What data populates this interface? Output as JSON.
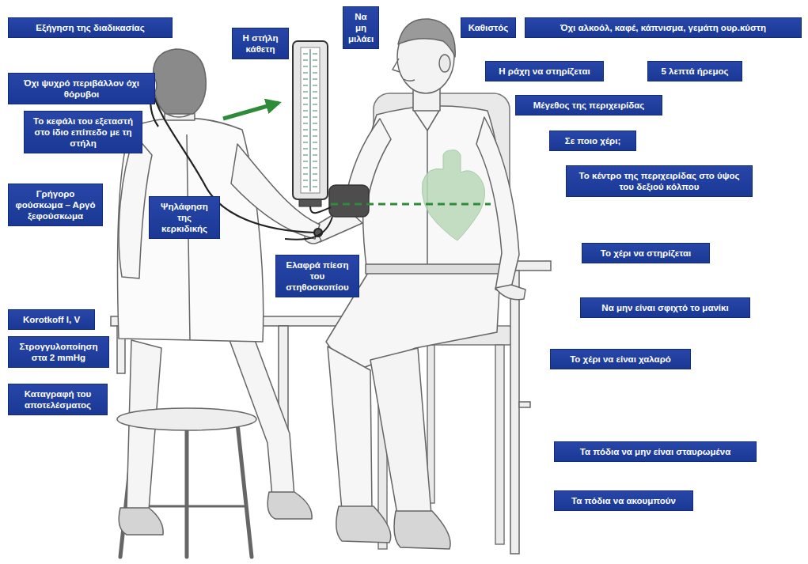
{
  "diagram": {
    "nodes": [
      {
        "text": [
          "Εξήγηση της διαδικασίας"
        ]
      },
      {
        "text": [
          "Η στήλη κάθετη"
        ]
      },
      {
        "text": [
          "Να μη μιλάει"
        ]
      },
      {
        "text": [
          "Καθιστός"
        ]
      },
      {
        "text": [
          "Όχι αλκοόλ, καφέ, κάπνισμα, γεμάτη ουρ.κύστη"
        ]
      },
      {
        "text": [
          "Όχι ψυχρό περιβάλλον όχι θόρυβοι"
        ]
      },
      {
        "text": [
          "Η ράχη να στηρίζεται"
        ]
      },
      {
        "text": [
          "5 λεπτά ήρεμος"
        ]
      },
      {
        "text": [
          "Μέγεθος της περιχειρίδας"
        ]
      },
      {
        "text": [
          "Το κεφάλι του εξεταστή στο ίδιο επίπεδο με τη στήλη"
        ]
      },
      {
        "text": [
          "Σε ποιο χέρι;"
        ]
      },
      {
        "text": [
          "Το κέντρο της περιχειρίδας στο ύψος του δεξιού κόλπου"
        ]
      },
      {
        "text": [
          "Γρήγορο φούσκωμα – Αργό ξεφούσκωμα"
        ]
      },
      {
        "text": [
          "Ψηλάφηση της κερκιδικής"
        ]
      },
      {
        "text": [
          "Το χέρι να στηρίζεται"
        ]
      },
      {
        "text": [
          "Ελαφρά πίεση του στηθοσκοπίου"
        ]
      },
      {
        "text": [
          "Να μην είναι σφιχτό το μανίκι"
        ]
      },
      {
        "text": [
          "Korotkoff I, V"
        ]
      },
      {
        "text": [
          "Στρογγυλοποίηση στα 2 mmHg"
        ]
      },
      {
        "text": [
          "Το χέρι να είναι χαλαρό"
        ]
      },
      {
        "text": [
          "Καταγραφή του αποτελέσματος"
        ]
      },
      {
        "text": [
          "Τα πόδια να μην είναι σταυρωμένα"
        ]
      },
      {
        "text": [
          "Τα πόδια να ακουμπούν"
        ]
      }
    ]
  }
}
